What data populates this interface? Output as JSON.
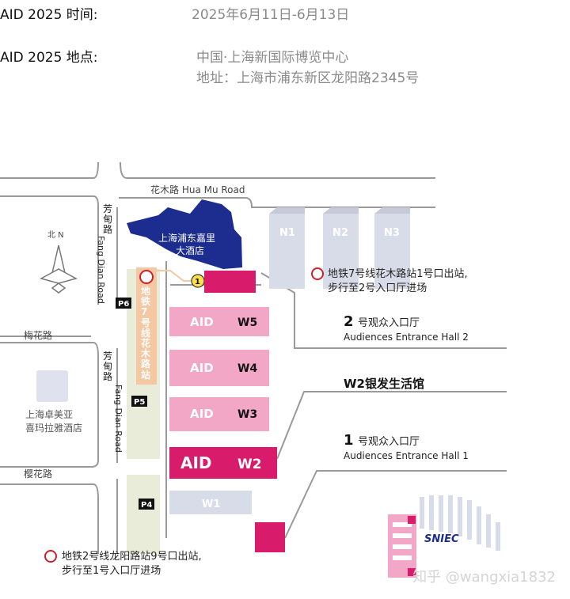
{
  "event": {
    "time_label": "AID 2025 时间:",
    "time_value": "2025年6月11日-6月13日",
    "place_label": "AID 2025 地点:",
    "place_value": "中国·上海新国际博览中心",
    "address_value": "地址：上海市浦东新区龙阳路2345号"
  },
  "map": {
    "roads": {
      "huamu": "花木路 Hua Mu Road",
      "fangdian_top_cn": "芳甸路",
      "fangdian_top_en": "Fang Dian Road",
      "fangdian_mid_cn": "芳甸路",
      "fangdian_mid_en": "Fang Dian Road",
      "meihua": "梅花路",
      "yinghua": "樱花路"
    },
    "north": "北 N",
    "hotel_top": [
      "上海浦东嘉里",
      "大酒店"
    ],
    "hotel_left": [
      "上海卓美亚",
      "喜玛拉雅酒店"
    ],
    "metro7_vertical": "地铁7号线花木路站",
    "halls_north": [
      "N1",
      "N2",
      "N3"
    ],
    "halls_west": [
      {
        "id": "W5",
        "brand": "AID"
      },
      {
        "id": "W4",
        "brand": "AID"
      },
      {
        "id": "W3",
        "brand": "AID"
      },
      {
        "id": "W2",
        "brand": "AID"
      },
      {
        "id": "W1",
        "brand": ""
      }
    ],
    "parking": [
      "P6",
      "P5",
      "P4"
    ],
    "entrance_marker": "1",
    "metro7_note": [
      "地铁7号线花木路站1号口出站,",
      "步行至2号入口厅进场"
    ],
    "hall2_num": "2",
    "hall2_cn": "号观众入口厅",
    "hall2_en": "Audiences Entrance Hall 2",
    "w2_title": "W2银发生活馆",
    "hall1_num": "1",
    "hall1_cn": "号观众入口厅",
    "hall1_en": "Audiences Entrance Hall 1",
    "metro2_note": [
      "地铁2号线龙阳路站9号口出站,",
      "步行至1号入口厅进场"
    ],
    "sniec": "SNIEC",
    "watermark": "知乎 @wangxia1832",
    "colors": {
      "accent_pink": "#d81b6a",
      "light_pink": "#f2a7c6",
      "hotel_blue": "#1c2d8f",
      "metro_orange": "#f4c8a3",
      "hall_gray": "#d8dbe8",
      "metro_red": "#d0202a"
    }
  }
}
